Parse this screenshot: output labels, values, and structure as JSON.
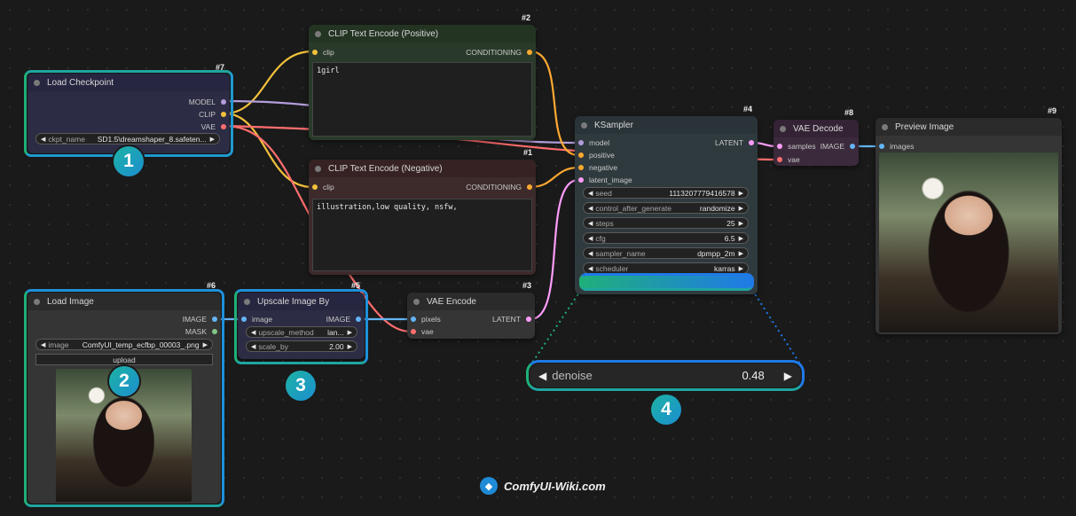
{
  "colors": {
    "clip": "#f3c13a",
    "model": "#b39ddb",
    "vae": "#ff6e6e",
    "conditioning": "#ffa931",
    "latent": "#ff9cf9",
    "image": "#64b5f6",
    "mask": "#81c784",
    "highlight_start": "#1fb07a",
    "highlight_end": "#1f7ae8"
  },
  "nodes": {
    "load_checkpoint": {
      "id": "#7",
      "title": "Load Checkpoint",
      "outputs": [
        "MODEL",
        "CLIP",
        "VAE"
      ],
      "widget_label": "ckpt_name",
      "widget_value": "SD1.5\\dreamshaper_8.safeten..."
    },
    "clip_positive": {
      "id": "#2",
      "title": "CLIP Text Encode (Positive)",
      "input": "clip",
      "output": "CONDITIONING",
      "text": "1girl"
    },
    "clip_negative": {
      "id": "#1",
      "title": "CLIP Text Encode (Negative)",
      "input": "clip",
      "output": "CONDITIONING",
      "text": "illustration,low quality, nsfw,"
    },
    "ksampler": {
      "id": "#4",
      "title": "KSampler",
      "inputs": [
        "model",
        "positive",
        "negative",
        "latent_image"
      ],
      "output": "LATENT",
      "widgets": [
        {
          "label": "seed",
          "value": "1113207779416578"
        },
        {
          "label": "control_after_generate",
          "value": "randomize"
        },
        {
          "label": "steps",
          "value": "25"
        },
        {
          "label": "cfg",
          "value": "6.5"
        },
        {
          "label": "sampler_name",
          "value": "dpmpp_2m"
        },
        {
          "label": "scheduler",
          "value": "karras"
        },
        {
          "label": "denoise",
          "value": "0.48"
        }
      ]
    },
    "vae_decode": {
      "id": "#8",
      "title": "VAE Decode",
      "inputs": [
        "samples",
        "vae"
      ],
      "output": "IMAGE"
    },
    "preview_image": {
      "id": "#9",
      "title": "Preview Image",
      "input": "images"
    },
    "load_image": {
      "id": "#6",
      "title": "Load Image",
      "outputs": [
        "IMAGE",
        "MASK"
      ],
      "widget_label": "image",
      "widget_value": "ComfyUI_temp_ecfbp_00003_.png",
      "upload_label": "upload"
    },
    "upscale_image": {
      "id": "#5",
      "title": "Upscale Image By",
      "input": "image",
      "output": "IMAGE",
      "widgets": [
        {
          "label": "upscale_method",
          "value": "lan..."
        },
        {
          "label": "scale_by",
          "value": "2.00"
        }
      ]
    },
    "vae_encode": {
      "id": "#3",
      "title": "VAE Encode",
      "inputs": [
        "pixels",
        "vae"
      ],
      "output": "LATENT"
    }
  },
  "zoom_widget": {
    "label": "denoise",
    "value": "0.48"
  },
  "badges": [
    "1",
    "2",
    "3",
    "4"
  ],
  "watermark": "ComfyUI-Wiki.com",
  "icons": {
    "arrow_left": "◀",
    "arrow_right": "▶"
  }
}
